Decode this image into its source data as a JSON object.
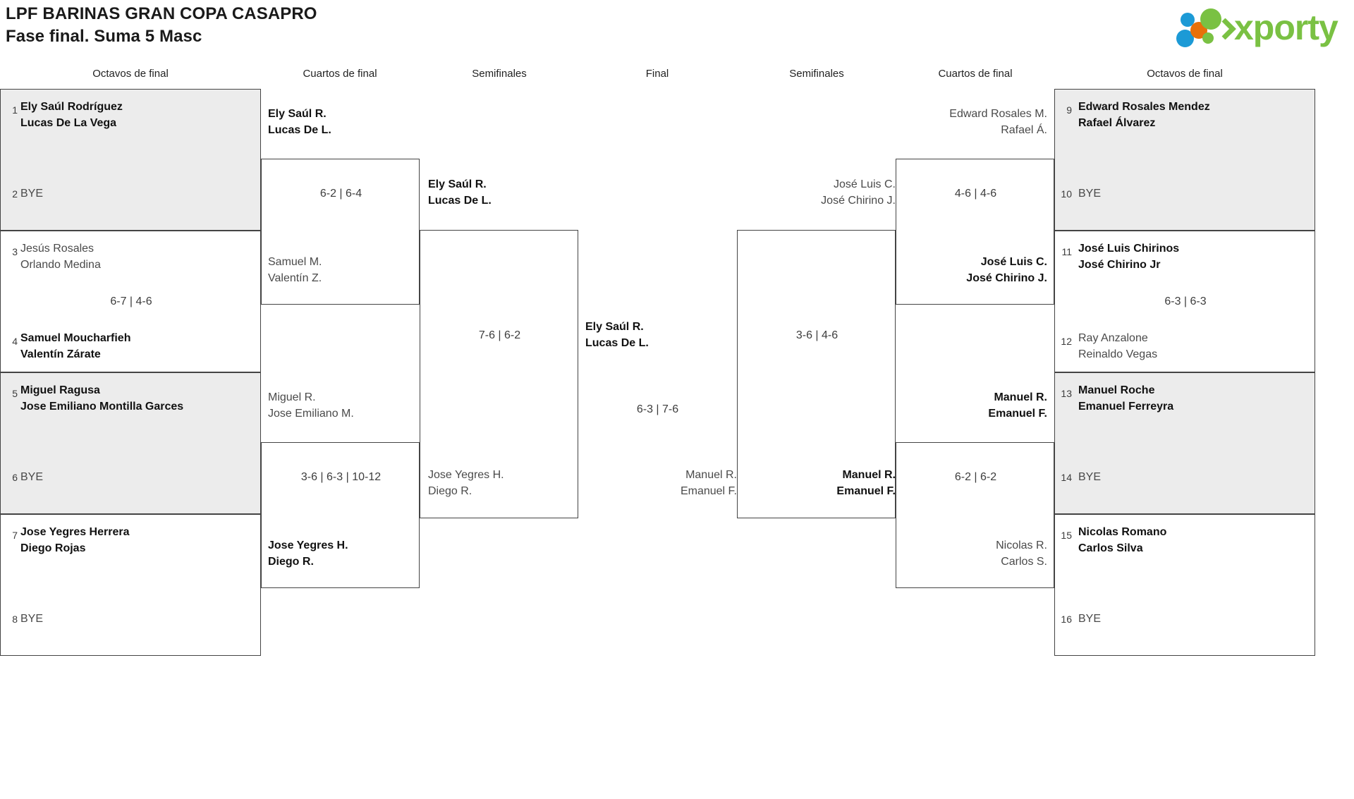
{
  "header": {
    "title_line1": "LPF BARINAS GRAN COPA CASAPRO",
    "title_line2": "Fase final. Suma 5 Masc",
    "logo_word": "xporty",
    "logo_colors": {
      "blue": "#1C9AD6",
      "orange": "#E8700A",
      "green": "#7AC143"
    }
  },
  "columns": [
    {
      "label": "Octavos de final"
    },
    {
      "label": "Cuartos de final"
    },
    {
      "label": "Semifinales"
    },
    {
      "label": "Final"
    },
    {
      "label": "Semifinales"
    },
    {
      "label": "Cuartos de final"
    },
    {
      "label": "Octavos de final"
    }
  ],
  "bye_label": "BYE",
  "left": {
    "octavos": [
      {
        "seed_top": "1",
        "seed_bottom": "2",
        "top_p1": "Ely Saúl Rodríguez",
        "top_p2": "Lucas De La Vega",
        "bottom_bye": "BYE",
        "score": "",
        "shaded": true,
        "top_result": "win",
        "bottom_result": "lose"
      },
      {
        "seed_top": "3",
        "seed_bottom": "4",
        "top_p1": "Jesús Rosales",
        "top_p2": "Orlando Medina",
        "bot_p1": "Samuel Moucharfieh",
        "bot_p2": "Valentín Zárate",
        "score": "6-7 | 4-6",
        "shaded": false,
        "top_result": "lose",
        "bottom_result": "win"
      },
      {
        "seed_top": "5",
        "seed_bottom": "6",
        "top_p1": "Miguel Ragusa",
        "top_p2": "Jose Emiliano Montilla Garces",
        "bottom_bye": "BYE",
        "score": "",
        "shaded": true,
        "top_result": "win",
        "bottom_result": "lose"
      },
      {
        "seed_top": "7",
        "seed_bottom": "8",
        "top_p1": "Jose Yegres Herrera",
        "top_p2": "Diego Rojas",
        "bottom_bye": "BYE",
        "score": "",
        "shaded": false,
        "top_result": "win",
        "bottom_result": "lose"
      }
    ],
    "cuartos": [
      {
        "top_p1": "Ely Saúl R.",
        "top_p2": "Lucas De L.",
        "top_result": "win",
        "bot_p1": "Samuel M.",
        "bot_p2": "Valentín Z.",
        "bottom_result": "lose",
        "score": "6-2 | 6-4"
      },
      {
        "top_p1": "Miguel R.",
        "top_p2": "Jose Emiliano M.",
        "top_result": "lose",
        "bot_p1": "Jose Yegres H.",
        "bot_p2": "Diego R.",
        "bottom_result": "win",
        "score": "3-6 | 6-3 | 10-12"
      }
    ],
    "semifinal": {
      "top_p1": "Ely Saúl R.",
      "top_p2": "Lucas De L.",
      "top_result": "win",
      "bot_p1": "Jose Yegres H.",
      "bot_p2": "Diego R.",
      "bottom_result": "lose",
      "score": "7-6 | 6-2"
    }
  },
  "final": {
    "top_p1": "Ely Saúl R.",
    "top_p2": "Lucas De L.",
    "top_result": "win",
    "bot_p1": "Manuel R.",
    "bot_p2": "Emanuel F.",
    "bottom_result": "lose",
    "score": "6-3 | 7-6"
  },
  "right": {
    "semifinal": {
      "top_p1": "José Luis C.",
      "top_p2": "José Chirino J.",
      "top_result": "lose",
      "bot_p1": "Manuel R.",
      "bot_p2": "Emanuel F.",
      "bottom_result": "win",
      "score": "3-6 | 4-6"
    },
    "cuartos": [
      {
        "top_p1": "Edward Rosales M.",
        "top_p2": "Rafael Á.",
        "top_result": "lose",
        "bot_p1": "José Luis C.",
        "bot_p2": "José Chirino J.",
        "bottom_result": "win",
        "score": "4-6 | 4-6"
      },
      {
        "top_p1": "Manuel R.",
        "top_p2": "Emanuel F.",
        "top_result": "win",
        "bot_p1": "Nicolas R.",
        "bot_p2": "Carlos S.",
        "bottom_result": "lose",
        "score": "6-2 | 6-2"
      }
    ],
    "octavos": [
      {
        "seed_top": "9",
        "seed_bottom": "10",
        "top_p1": "Edward Rosales Mendez",
        "top_p2": "Rafael Álvarez",
        "bottom_bye": "BYE",
        "score": "",
        "shaded": true,
        "top_result": "win",
        "bottom_result": "lose"
      },
      {
        "seed_top": "11",
        "seed_bottom": "12",
        "top_p1": "José Luis Chirinos",
        "top_p2": "José Chirino Jr",
        "bot_p1": "Ray Anzalone",
        "bot_p2": "Reinaldo Vegas",
        "score": "6-3 | 6-3",
        "shaded": false,
        "top_result": "win",
        "bottom_result": "lose"
      },
      {
        "seed_top": "13",
        "seed_bottom": "14",
        "top_p1": "Manuel Roche",
        "top_p2": "Emanuel Ferreyra",
        "bottom_bye": "BYE",
        "score": "",
        "shaded": true,
        "top_result": "win",
        "bottom_result": "lose"
      },
      {
        "seed_top": "15",
        "seed_bottom": "16",
        "top_p1": "Nicolas Romano",
        "top_p2": "Carlos Silva",
        "bottom_bye": "BYE",
        "score": "",
        "shaded": false,
        "top_result": "win",
        "bottom_result": "lose"
      }
    ]
  }
}
